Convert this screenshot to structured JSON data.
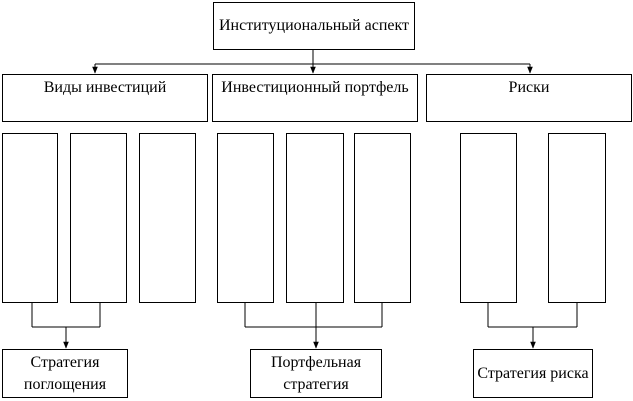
{
  "root": {
    "text": "Институциональный аспект"
  },
  "categories": [
    {
      "id": "investment-types",
      "text": "Виды инвестиций"
    },
    {
      "id": "investment-portfolio",
      "text": "Инвестиционный портфель"
    },
    {
      "id": "risks",
      "text": "Риски"
    }
  ],
  "strategies": [
    {
      "id": "absorption",
      "text": "Стратегия поглощения"
    },
    {
      "id": "portfolio",
      "text": "Портфельная стратегия"
    },
    {
      "id": "risk",
      "text": "Стратегия риска"
    }
  ]
}
